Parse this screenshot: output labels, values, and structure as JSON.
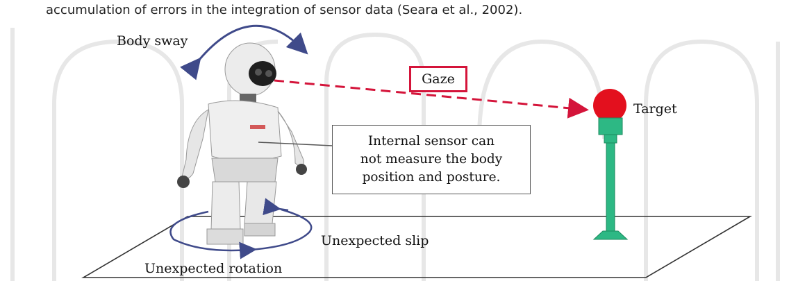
{
  "caption": "accumulation of errors in the integration of sensor data (Seara et al., 2002).",
  "labels": {
    "body_sway": "Body sway",
    "gaze": "Gaze",
    "target": "Target",
    "internal_sensor": "Internal sensor can not measure the body position and posture.",
    "internal_sensor_lines": [
      "Internal sensor can",
      "not measure the body",
      "position and posture."
    ],
    "unexpected_slip": "Unexpected slip",
    "unexpected_rotation": "Unexpected rotation"
  },
  "colors": {
    "gaze_line": "#d4143a",
    "target_ball": "#e3101e",
    "target_pole": "#2db884",
    "arrows": "#3f4a8a",
    "watermark": "#e9e9e9"
  }
}
